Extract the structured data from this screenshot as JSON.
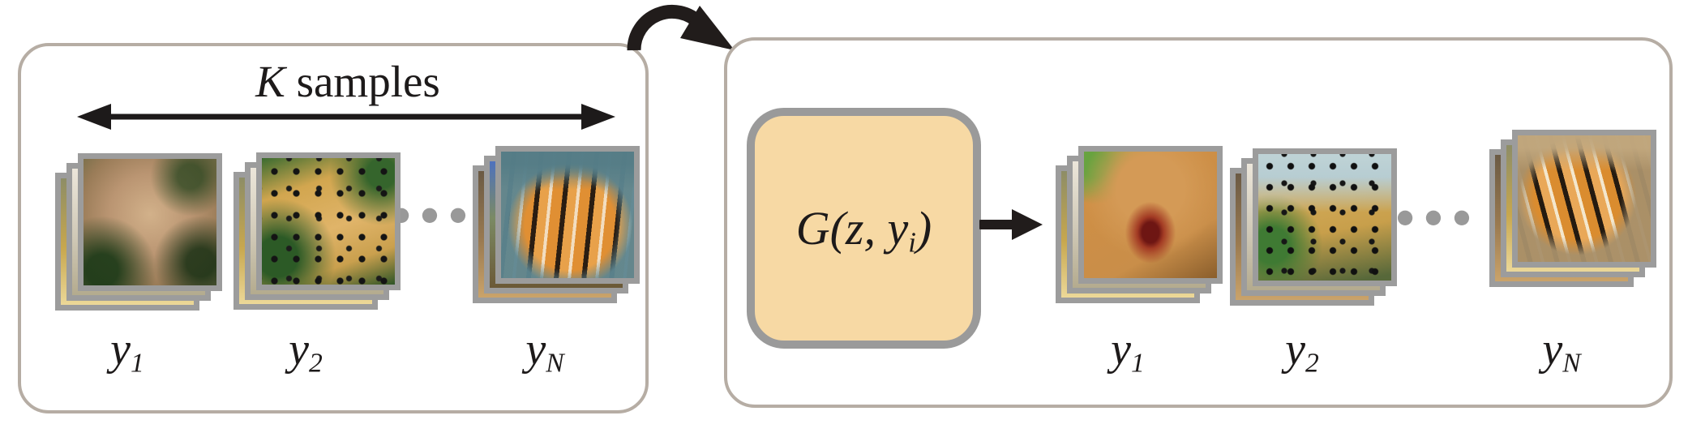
{
  "left_panel": {
    "header_k": "K",
    "header_rest": " samples",
    "ellipsis": "●●●",
    "stacks": [
      {
        "animal": "stack of cougar face photos",
        "label_base": "y",
        "label_sub": "1"
      },
      {
        "animal": "stack of jaguar face photos",
        "label_base": "y",
        "label_sub": "2"
      },
      {
        "animal": "stack of tiger face photos",
        "label_base": "y",
        "label_sub": "N"
      }
    ]
  },
  "right_panel": {
    "generator_prefix": "G(z, y",
    "generator_sub": "i",
    "generator_suffix": ")",
    "ellipsis": "●●●",
    "stacks": [
      {
        "animal": "stack of generated cougar photos",
        "label_base": "y",
        "label_sub": "1"
      },
      {
        "animal": "stack of generated jaguar photos",
        "label_base": "y",
        "label_sub": "2"
      },
      {
        "animal": "stack of generated tiger photos",
        "label_base": "y",
        "label_sub": "N"
      }
    ]
  },
  "icons": {
    "double_arrow": "double-headed horizontal span arrow",
    "curved_arrow": "thick clockwise curved arrow",
    "right_arrow": "right-pointing arrow"
  },
  "colors": {
    "panel_border": "#b6ada4",
    "photo_border": "#9c9c9c",
    "generator_fill": "#f7d9a4",
    "generator_border": "#9a9a9a",
    "arrow_black": "#1d1a1a",
    "ellipsis_gray": "#999999",
    "background": "#ffffff"
  }
}
